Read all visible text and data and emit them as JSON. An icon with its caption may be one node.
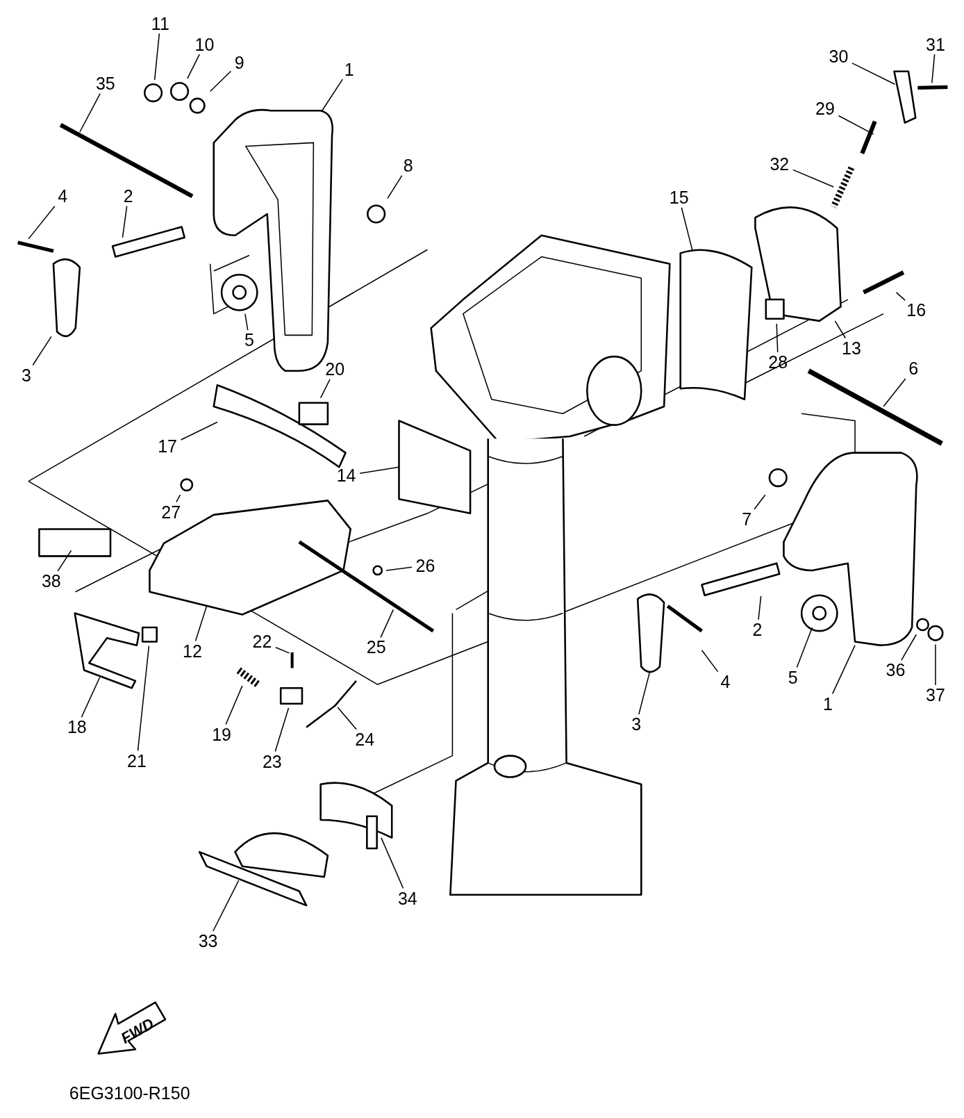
{
  "diagram": {
    "nodes": [
      {
        "text": [
          "11"
        ]
      },
      {
        "text": [
          "10"
        ]
      },
      {
        "text": [
          "30"
        ]
      },
      {
        "text": [
          "31"
        ]
      },
      {
        "text": [
          "9"
        ]
      },
      {
        "text": [
          "1"
        ]
      },
      {
        "text": [
          "35"
        ]
      },
      {
        "text": [
          "29"
        ]
      },
      {
        "text": [
          "32"
        ]
      },
      {
        "text": [
          "8"
        ]
      },
      {
        "text": [
          "15"
        ]
      },
      {
        "text": [
          "4"
        ]
      },
      {
        "text": [
          "2"
        ]
      },
      {
        "text": [
          "16"
        ]
      },
      {
        "text": [
          "5"
        ]
      },
      {
        "text": [
          "13"
        ]
      },
      {
        "text": [
          "28"
        ]
      },
      {
        "text": [
          "6"
        ]
      },
      {
        "text": [
          "3"
        ]
      },
      {
        "text": [
          "20"
        ]
      },
      {
        "text": [
          "17"
        ]
      },
      {
        "text": [
          "14"
        ]
      },
      {
        "text": [
          "27"
        ]
      },
      {
        "text": [
          "7"
        ]
      },
      {
        "text": [
          "26"
        ]
      },
      {
        "text": [
          "38"
        ]
      },
      {
        "text": [
          "2"
        ]
      },
      {
        "text": [
          "12"
        ]
      },
      {
        "text": [
          "25"
        ]
      },
      {
        "text": [
          "22"
        ]
      },
      {
        "text": [
          "5"
        ]
      },
      {
        "text": [
          "36"
        ]
      },
      {
        "text": [
          "37"
        ]
      },
      {
        "text": [
          "1"
        ]
      },
      {
        "text": [
          "4"
        ]
      },
      {
        "text": [
          "3"
        ]
      },
      {
        "text": [
          "18"
        ]
      },
      {
        "text": [
          "21"
        ]
      },
      {
        "text": [
          "19"
        ]
      },
      {
        "text": [
          "23"
        ]
      },
      {
        "text": [
          "24"
        ]
      },
      {
        "text": [
          "34"
        ]
      },
      {
        "text": [
          "33"
        ]
      }
    ],
    "edges": [
      {
        "from": 0,
        "to": null,
        "arrow": "none"
      },
      {
        "from": 1,
        "to": null,
        "arrow": "none"
      },
      {
        "from": 2,
        "to": null,
        "arrow": "none"
      },
      {
        "from": 3,
        "to": null,
        "arrow": "none"
      },
      {
        "from": 4,
        "to": null,
        "arrow": "none"
      },
      {
        "from": 5,
        "to": null,
        "arrow": "none"
      },
      {
        "from": 6,
        "to": null,
        "arrow": "none"
      },
      {
        "from": 7,
        "to": null,
        "arrow": "none"
      },
      {
        "from": 8,
        "to": null,
        "arrow": "none"
      },
      {
        "from": 9,
        "to": null,
        "arrow": "none"
      },
      {
        "from": 10,
        "to": null,
        "arrow": "none"
      },
      {
        "from": 11,
        "to": null,
        "arrow": "none"
      },
      {
        "from": 12,
        "to": null,
        "arrow": "none"
      },
      {
        "from": 13,
        "to": null,
        "arrow": "none"
      },
      {
        "from": 14,
        "to": null,
        "arrow": "none"
      },
      {
        "from": 15,
        "to": null,
        "arrow": "none"
      },
      {
        "from": 16,
        "to": null,
        "arrow": "none"
      },
      {
        "from": 17,
        "to": null,
        "arrow": "none"
      },
      {
        "from": 18,
        "to": null,
        "arrow": "none"
      },
      {
        "from": 19,
        "to": null,
        "arrow": "none"
      },
      {
        "from": 20,
        "to": null,
        "arrow": "none"
      },
      {
        "from": 21,
        "to": null,
        "arrow": "none"
      },
      {
        "from": 22,
        "to": null,
        "arrow": "none"
      },
      {
        "from": 23,
        "to": null,
        "arrow": "none"
      },
      {
        "from": 24,
        "to": null,
        "arrow": "none"
      },
      {
        "from": 25,
        "to": null,
        "arrow": "none"
      },
      {
        "from": 26,
        "to": null,
        "arrow": "none"
      },
      {
        "from": 27,
        "to": null,
        "arrow": "none"
      },
      {
        "from": 28,
        "to": null,
        "arrow": "none"
      },
      {
        "from": 29,
        "to": null,
        "arrow": "none"
      },
      {
        "from": 30,
        "to": null,
        "arrow": "none"
      },
      {
        "from": 31,
        "to": null,
        "arrow": "none"
      },
      {
        "from": 32,
        "to": null,
        "arrow": "none"
      },
      {
        "from": 33,
        "to": null,
        "arrow": "none"
      },
      {
        "from": 34,
        "to": null,
        "arrow": "none"
      },
      {
        "from": 35,
        "to": null,
        "arrow": "none"
      },
      {
        "from": 36,
        "to": null,
        "arrow": "none"
      },
      {
        "from": 37,
        "to": null,
        "arrow": "none"
      },
      {
        "from": 38,
        "to": null,
        "arrow": "none"
      },
      {
        "from": 39,
        "to": null,
        "arrow": "none"
      },
      {
        "from": 40,
        "to": null,
        "arrow": "none"
      },
      {
        "from": 41,
        "to": null,
        "arrow": "none"
      },
      {
        "from": 42,
        "to": null,
        "arrow": "none"
      }
    ],
    "labels": [
      "FWD",
      "6EG3100-R150"
    ]
  }
}
